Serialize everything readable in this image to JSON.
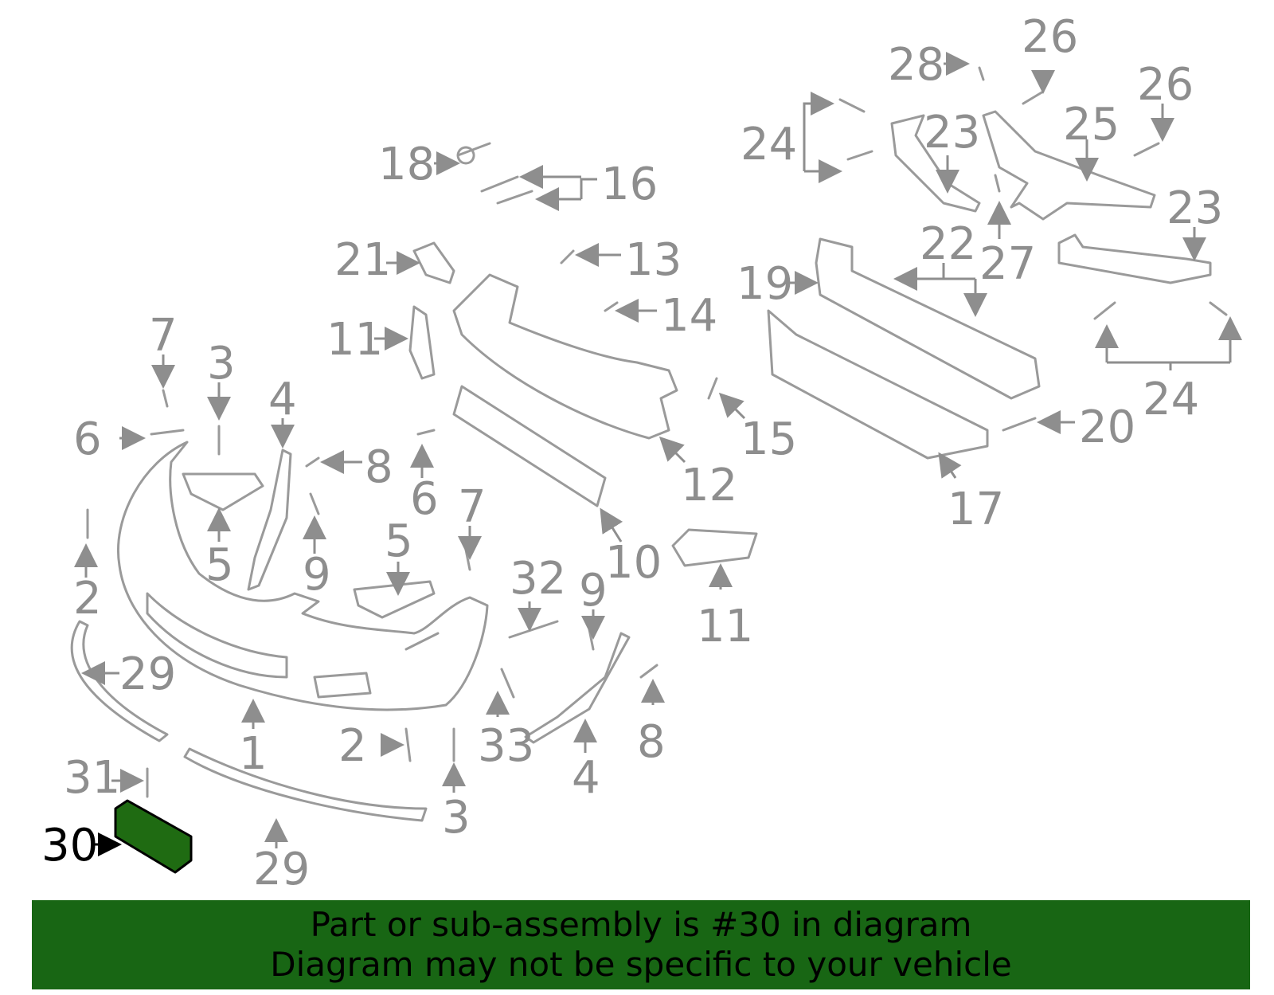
{
  "banner": {
    "line1": "Part or sub-assembly is #30 in diagram",
    "line2": "Diagram may not be specific to your vehicle"
  },
  "colors": {
    "highlight_part": "#1f6b12",
    "banner_bg": "#186614",
    "line_gray": "#9a9a9a"
  },
  "callouts": {
    "c1": "1",
    "c2a": "2",
    "c2b": "2",
    "c3a": "3",
    "c3b": "3",
    "c4a": "4",
    "c4b": "4",
    "c5a": "5",
    "c5b": "5",
    "c6a": "6",
    "c6b": "6",
    "c7a": "7",
    "c7b": "7",
    "c8a": "8",
    "c8b": "8",
    "c9a": "9",
    "c9b": "9",
    "c10": "10",
    "c11a": "11",
    "c11b": "11",
    "c12": "12",
    "c13": "13",
    "c14": "14",
    "c15": "15",
    "c16": "16",
    "c17": "17",
    "c18": "18",
    "c19": "19",
    "c20": "20",
    "c21": "21",
    "c22": "22",
    "c23a": "23",
    "c23b": "23",
    "c24a": "24",
    "c24b": "24",
    "c25": "25",
    "c26a": "26",
    "c26b": "26",
    "c27": "27",
    "c28": "28",
    "c29a": "29",
    "c29b": "29",
    "c30": "30",
    "c31": "31",
    "c32": "32",
    "c33": "33"
  }
}
